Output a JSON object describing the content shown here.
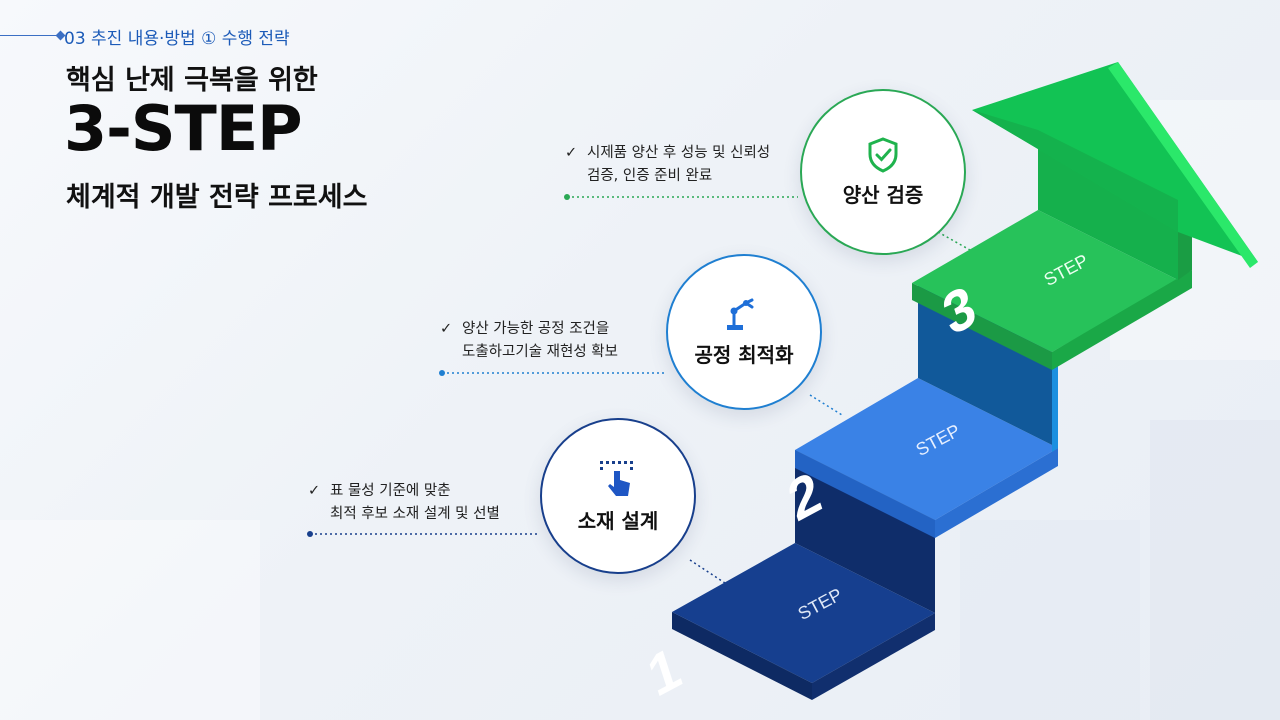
{
  "header": {
    "section": "03  추진 내용·방법 ① 수행 전략",
    "title_line1": "핵심 난제 극복을 위한",
    "title_line2": "3-STEP",
    "title_line3": "체계적 개발 전략 프로세스"
  },
  "steps": [
    {
      "number": "1",
      "word": "STEP",
      "title": "소재 설계",
      "icon": "touch-pointer-icon",
      "desc_line1": "표 물성 기준에 맞춘",
      "desc_line2": "최적 후보 소재 설계 및 선별",
      "color": "#163f8f"
    },
    {
      "number": "2",
      "word": "STEP",
      "title": "공정 최적화",
      "icon": "robot-arm-icon",
      "desc_line1": "양산 가능한 공정 조건을",
      "desc_line2": "도출하고기술 재현성 확보",
      "color": "#3a82e6"
    },
    {
      "number": "3",
      "word": "STEP",
      "title": "양산 검증",
      "icon": "shield-check-icon",
      "desc_line1": "시제품 양산 후 성능 및 신뢰성",
      "desc_line2": "검증, 인증 준비 완료",
      "color": "#27c25a"
    }
  ],
  "colors": {
    "accent_blue": "#1c5bb8",
    "step1": "#163f8f",
    "step2": "#3a82e6",
    "step3": "#27c25a",
    "leader_green": "#2aa855",
    "leader_blue": "#1f7fd1",
    "leader_navy": "#183f8c"
  }
}
